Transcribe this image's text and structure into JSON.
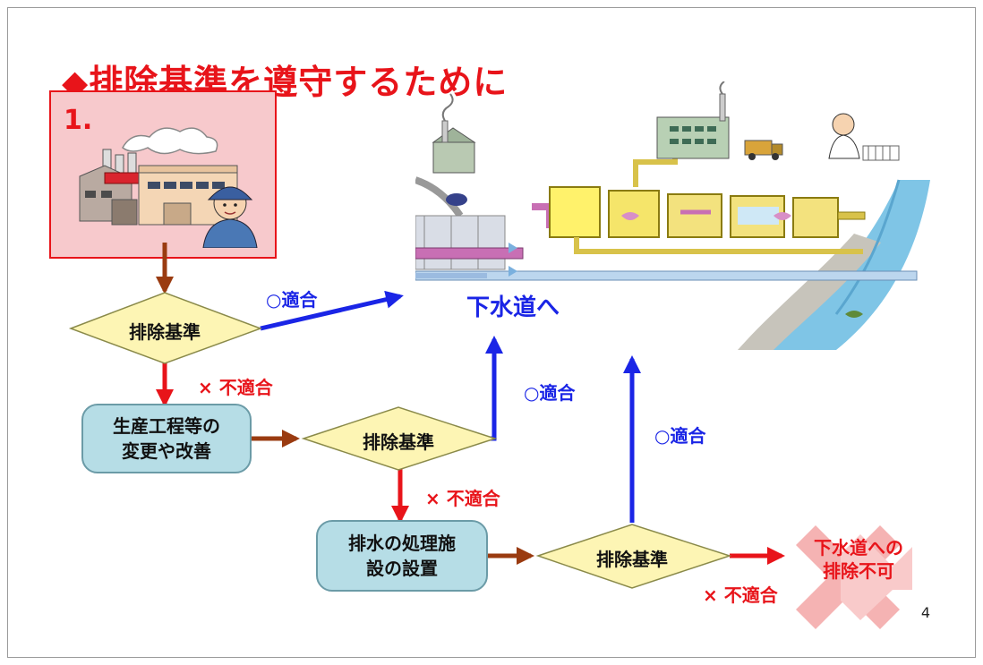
{
  "slide": {
    "title": "◆排除基準を遵守するために",
    "step_number": "1.",
    "page_number": "4"
  },
  "flow": {
    "decision_1": "排除基準",
    "decision_2": "排除基準",
    "decision_3": "排除基準",
    "process_1": [
      "生産工程等の",
      "変更や改善"
    ],
    "process_2": [
      "排水の処理施",
      "設の設置"
    ],
    "destination_sewer": "下水道へ",
    "result_rejected": [
      "下水道への",
      "排除不可"
    ],
    "pass_label_1": "○適合",
    "pass_label_2": "○適合",
    "pass_label_3": "○適合",
    "fail_label_1": "× 不適合",
    "fail_label_2": "× 不適合",
    "fail_label_3": "× 不適合"
  },
  "colors": {
    "title_red": "#e8141a",
    "pass_blue": "#1a25e6",
    "arrow_brown": "#9a3b10",
    "diamond_fill": "#fdf5b4",
    "process_fill": "#b6dde6",
    "factory_box_fill": "#f7c9cc"
  },
  "icons": [
    "factory-illustration",
    "worker-avatar",
    "sewer-treatment-illustration",
    "cross-mark-icon"
  ]
}
